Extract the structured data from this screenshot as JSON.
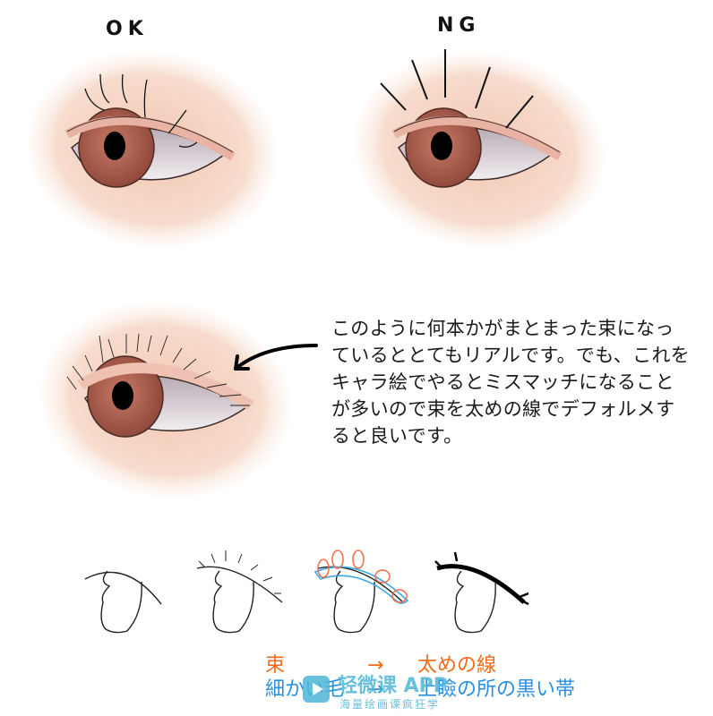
{
  "panels": {
    "ok": {
      "label": "OK"
    },
    "ng": {
      "label": "NG"
    }
  },
  "explanation": {
    "lines": [
      "このように何本かがまとまった束になっ",
      "ているととてもリアルです。でも、これを",
      "キャラ絵でやるとミスマッチになること",
      "が多いので束を太めの線でデフォルメす",
      "ると良いです。"
    ]
  },
  "captions": {
    "row1_left": "束",
    "row1_arrow": "→",
    "row1_right": "太めの線",
    "row2_left": "細かい毛",
    "row2_arrow": "→",
    "row2_right": "上瞼の所の黒い帯"
  },
  "watermark": {
    "title": "轻微课 APP",
    "subtitle": "海量绘画课疯狂学"
  },
  "colors": {
    "skin": "#f6d5c4",
    "skin_shadow": "#e9b39c",
    "iris": "#a85a48",
    "sclera": "#e4dde2",
    "orange": "#f26a1b",
    "blue": "#2a8fe0",
    "watermark": "#4fb6d6"
  }
}
